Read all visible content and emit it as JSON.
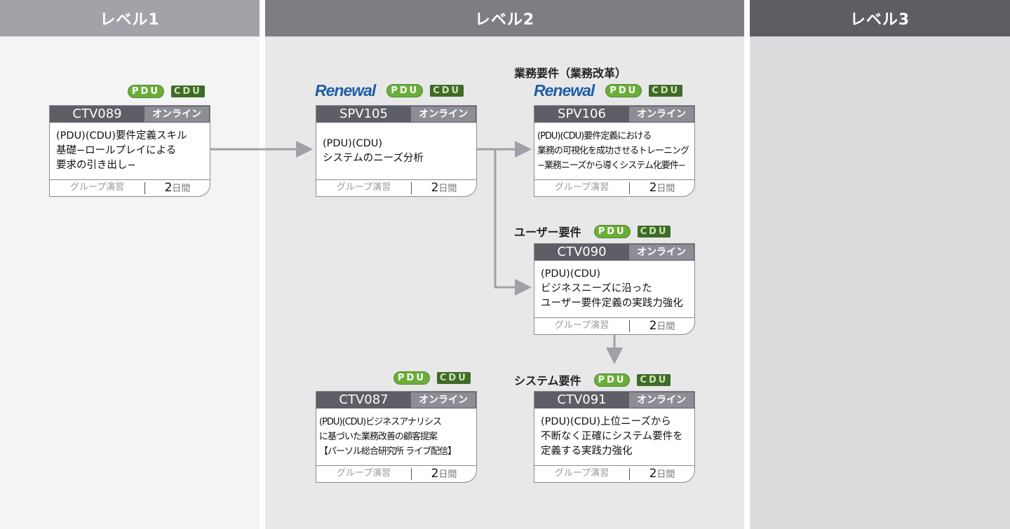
{
  "levels": [
    {
      "label": "レベル1",
      "color": "#a3a2a8"
    },
    {
      "label": "レベル2",
      "color": "#7e7d84"
    },
    {
      "label": "レベル3",
      "color": "#5e5d63"
    }
  ],
  "badges": {
    "pdu": "PDU",
    "cdu": "CDU",
    "renewal": "Renewal"
  },
  "labels": {
    "business": "業務要件（業務改革）",
    "user": "ユーザー要件",
    "system": "システム要件"
  },
  "cards": [
    {
      "code": "CTV089",
      "mode": "オンライン",
      "title": "(PDU)(CDU)要件定義スキル\n基礎−ロールプレイによる\n要求の引き出し−",
      "format": "グループ演習",
      "days": "2",
      "unit": "日間"
    },
    {
      "code": "SPV105",
      "mode": "オンライン",
      "title": "(PDU)(CDU)\nシステムのニーズ分析",
      "format": "グループ演習",
      "days": "2",
      "unit": "日間"
    },
    {
      "code": "SPV106",
      "mode": "オンライン",
      "title": "(PDU)(CDU)要件定義における\n業務の可視化を成功させるトレーニング\n−業務ニーズから導くシステム化要件−",
      "format": "グループ演習",
      "days": "2",
      "unit": "日間"
    },
    {
      "code": "CTV090",
      "mode": "オンライン",
      "title": "(PDU)(CDU)\nビジネスニーズに沿った\nユーザー要件定義の実践力強化",
      "format": "グループ演習",
      "days": "2",
      "unit": "日間"
    },
    {
      "code": "CTV087",
      "mode": "オンライン",
      "title": "(PDU)(CDU)ビジネスアナリシス\nに基づいた業務改善の顧客提案\n【パーソル総合研究所 ライブ配信】",
      "format": "グループ演習",
      "days": "2",
      "unit": "日間"
    },
    {
      "code": "CTV091",
      "mode": "オンライン",
      "title": "(PDU)(CDU)上位ニーズから\n不断なく正確にシステム要件を\n定義する実践力強化",
      "format": "グループ演習",
      "days": "2",
      "unit": "日間"
    }
  ]
}
